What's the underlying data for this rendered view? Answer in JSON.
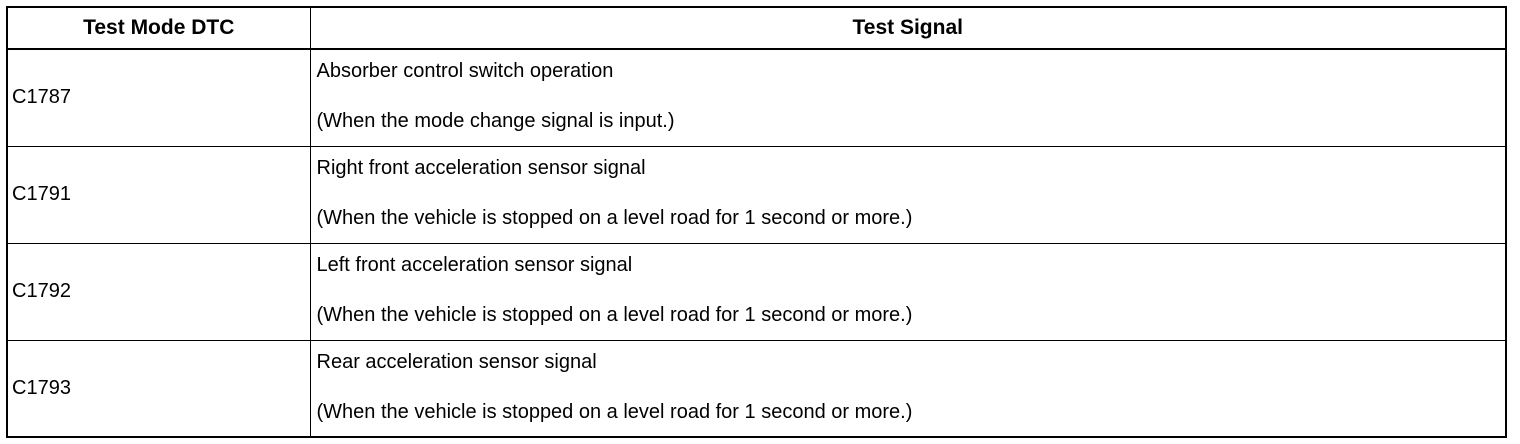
{
  "table": {
    "headers": {
      "dtc": "Test Mode DTC",
      "signal": "Test Signal"
    },
    "rows": [
      {
        "dtc": "C1787",
        "signal": "Absorber control switch operation",
        "condition": "(When the mode change signal is input.)"
      },
      {
        "dtc": "C1791",
        "signal": "Right front acceleration sensor signal",
        "condition": "(When the vehicle is stopped on a level road for 1 second or more.)"
      },
      {
        "dtc": "C1792",
        "signal": "Left front acceleration sensor signal",
        "condition": "(When the vehicle is stopped on a level road for 1 second or more.)"
      },
      {
        "dtc": "C1793",
        "signal": "Rear acceleration sensor signal",
        "condition": "(When the vehicle is stopped on a level road for 1 second or more.)"
      }
    ]
  }
}
